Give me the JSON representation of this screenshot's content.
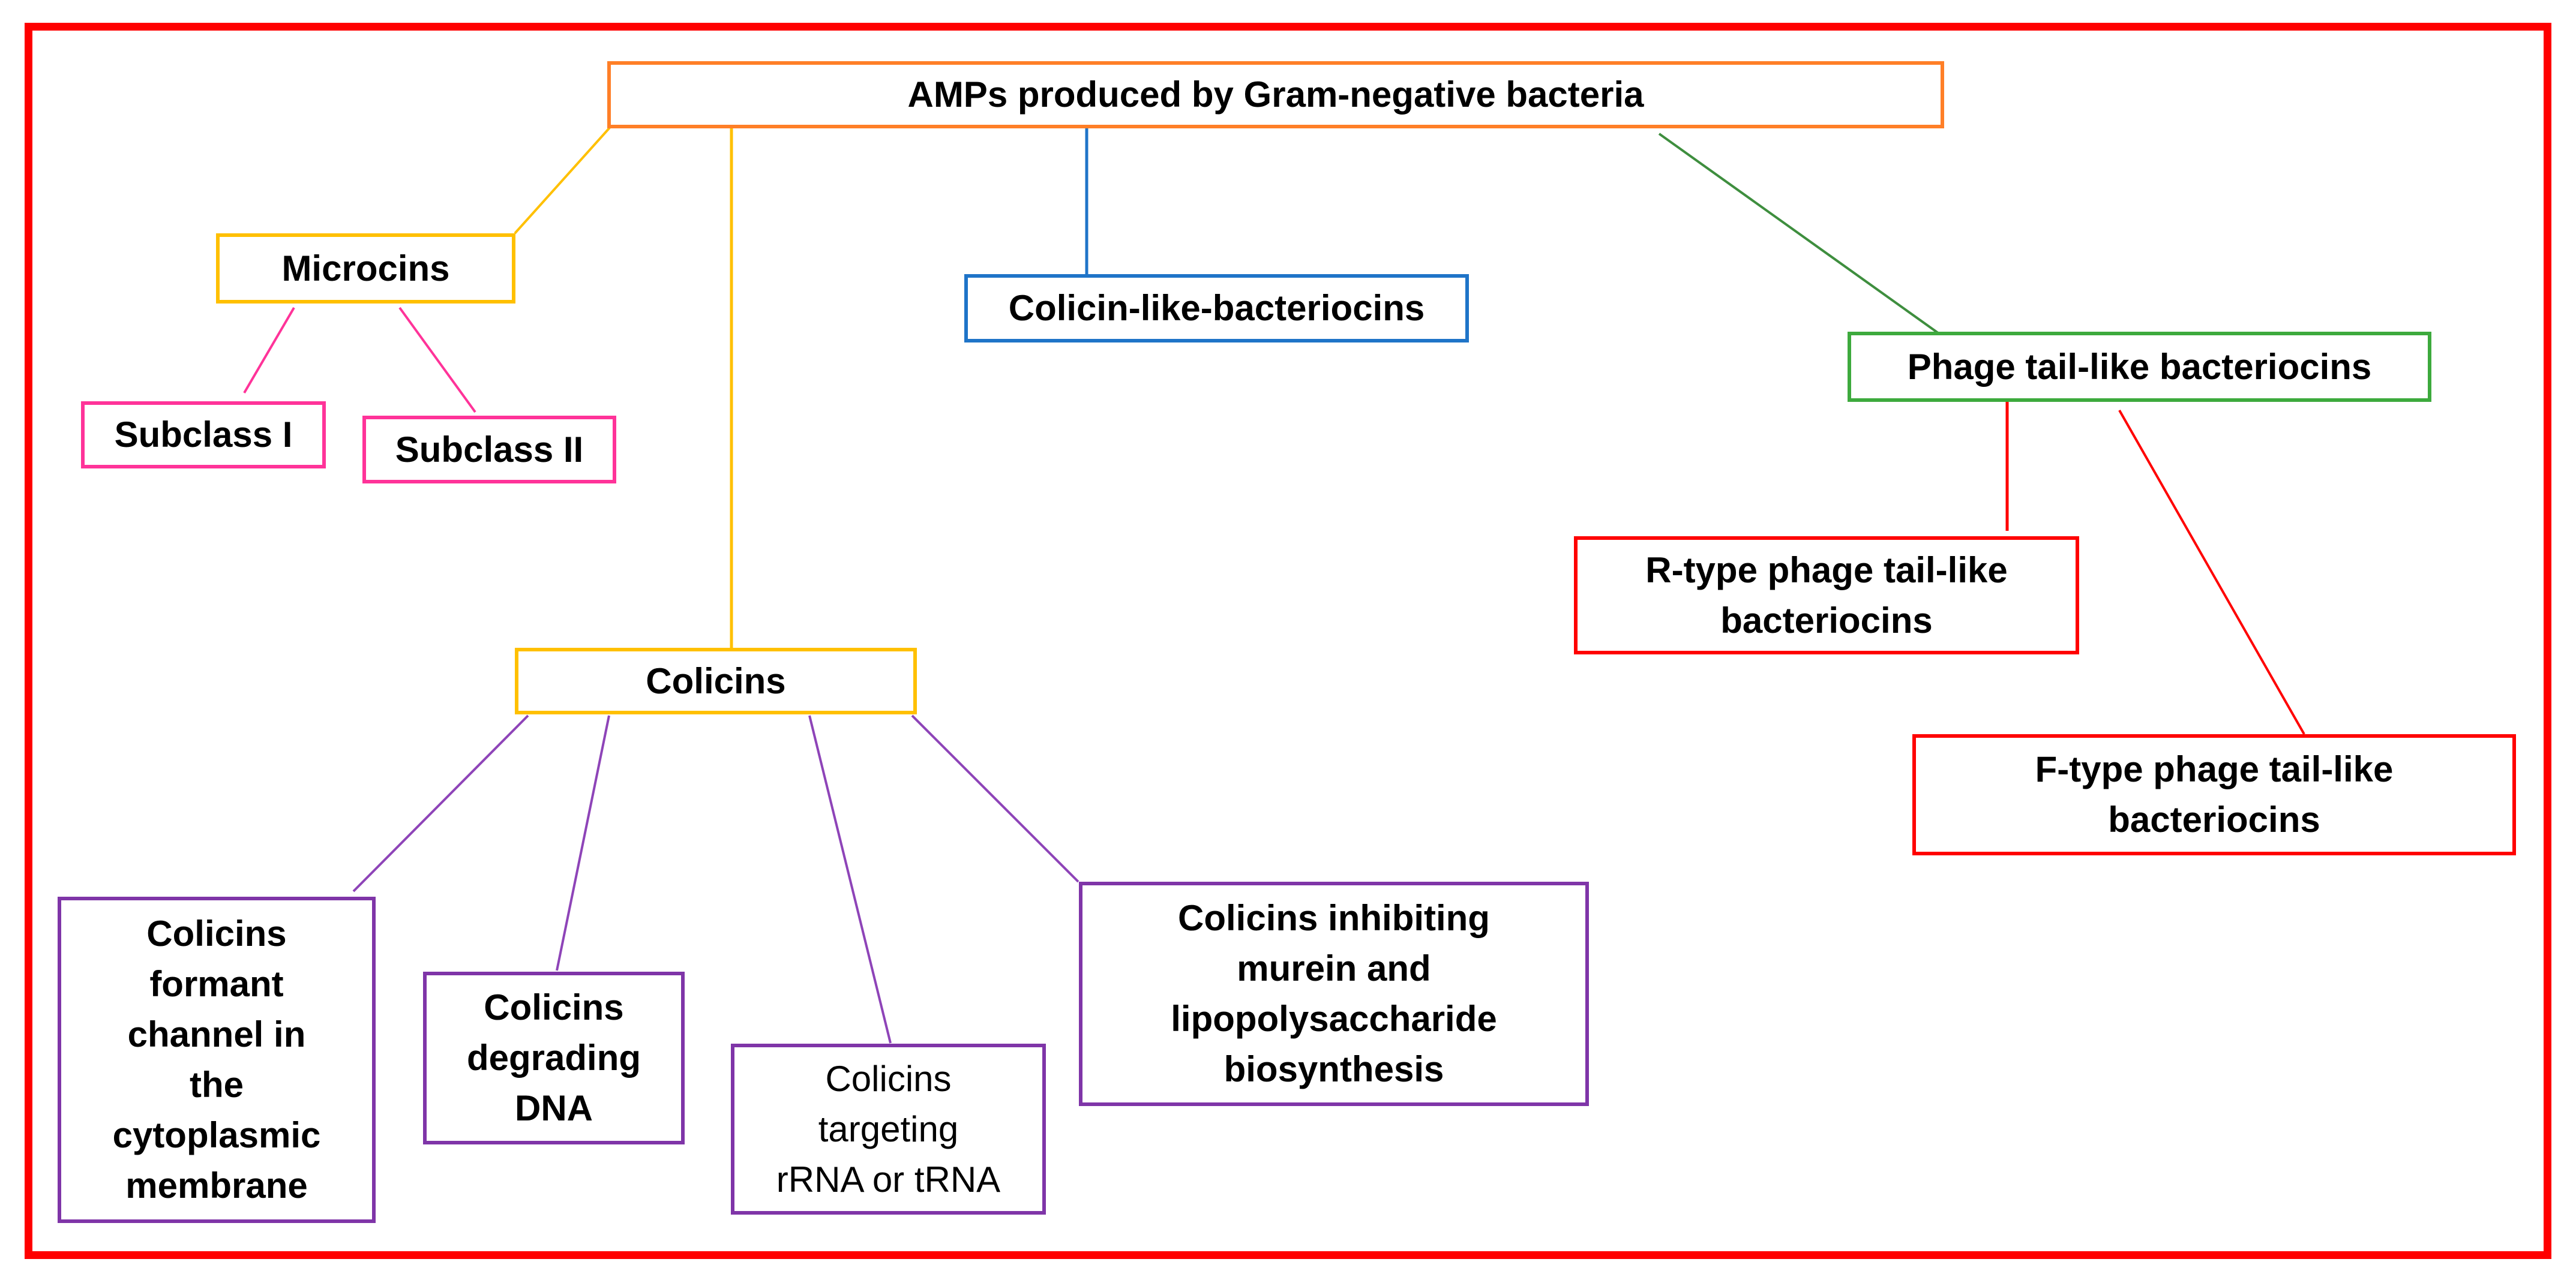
{
  "diagram": {
    "type": "hierarchy",
    "colors": {
      "frame": "#FF0000",
      "root": "#FF7F27",
      "microcins": "#FFC000",
      "colicins": "#FFC000",
      "colicin_like": "#1F74C8",
      "phage": "#3DAA3D",
      "subclasses": "#FF3399",
      "phage_types": "#FF0000",
      "colicin_mechanisms": "#7F35A8"
    },
    "nodes": {
      "root": "AMPs produced by Gram-negative bacteria",
      "microcins": "Microcins",
      "subclass_1": "Subclass I",
      "subclass_2": "Subclass II",
      "colicin_like": "Colicin-like-bacteriocins",
      "phage_tail_like": "Phage tail-like bacteriocins",
      "r_type": "R-type phage tail-like\nbacteriocins",
      "f_type": "F-type phage tail-like\nbacteriocins",
      "colicins": "Colicins",
      "colicins_channel": "Colicins\nformant\nchannel in\nthe\ncytoplasmic\nmembrane",
      "colicins_dna": "Colicins\ndegrading\nDNA",
      "colicins_rna": "Colicins\ntargeting\nrRNA or tRNA",
      "colicins_murein": "Colicins inhibiting\nmurein and\nlipopolysaccharide\nbiosynthesis"
    },
    "edges": [
      {
        "from": "root",
        "to": "microcins"
      },
      {
        "from": "root",
        "to": "colicins"
      },
      {
        "from": "root",
        "to": "colicin_like"
      },
      {
        "from": "root",
        "to": "phage_tail_like"
      },
      {
        "from": "microcins",
        "to": "subclass_1"
      },
      {
        "from": "microcins",
        "to": "subclass_2"
      },
      {
        "from": "phage_tail_like",
        "to": "r_type"
      },
      {
        "from": "phage_tail_like",
        "to": "f_type"
      },
      {
        "from": "colicins",
        "to": "colicins_channel"
      },
      {
        "from": "colicins",
        "to": "colicins_dna"
      },
      {
        "from": "colicins",
        "to": "colicins_rna"
      },
      {
        "from": "colicins",
        "to": "colicins_murein"
      }
    ]
  }
}
